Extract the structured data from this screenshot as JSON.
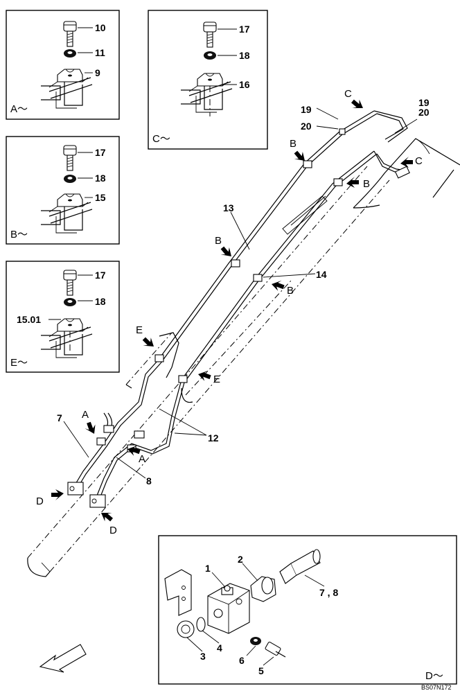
{
  "views": {
    "a": {
      "title": "A～",
      "parts": {
        "bolt": "10",
        "washer": "11",
        "clamp": "9"
      }
    },
    "b": {
      "title": "B～",
      "parts": {
        "bolt": "17",
        "washer": "18",
        "clamp": "15"
      }
    },
    "c": {
      "title": "C～",
      "parts": {
        "bolt": "17",
        "washer": "18",
        "clamp": "16"
      }
    },
    "e": {
      "title": "E～",
      "parts": {
        "bolt": "17",
        "washer": "18",
        "clamp": "15.01"
      }
    },
    "d": {
      "title": "D～",
      "parts": {
        "block": "1",
        "adapter": "2",
        "plug": "3",
        "oring": "4",
        "bolt": "5",
        "washer": "6",
        "hose": "7 , 8"
      }
    }
  },
  "main": {
    "callouts": {
      "p12": "12",
      "p13": "13",
      "p14": "14",
      "p7": "7",
      "p8": "8",
      "p19a": "19",
      "p20a": "20",
      "p19b": "19",
      "p20b": "20"
    },
    "view_markers": {
      "c_top": "C",
      "c_right": "C",
      "b1": "B",
      "b2": "B",
      "b3": "B",
      "b4": "B",
      "e1": "E",
      "e2": "E",
      "a1": "A",
      "a2": "A",
      "d1": "D",
      "d2": "D"
    }
  },
  "drawing_code": "BS07N172"
}
